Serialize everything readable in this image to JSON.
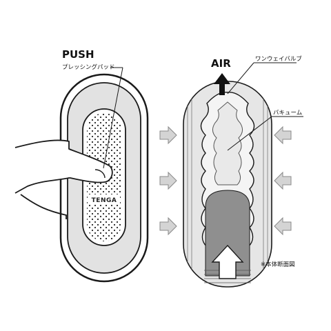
{
  "labels": {
    "push": "PUSH",
    "pressing_pad": "プレッシングパッド",
    "logo": "TENGA",
    "air": "AIR",
    "one_way_valve": "ワンウェイバルブ",
    "vacuum": "バキューム",
    "cross_section_note": "※本体断面図"
  },
  "icons": [
    "finger-hand",
    "arrow-right-icon",
    "arrow-left-icon",
    "arrow-up-icon"
  ],
  "colors": {
    "outline": "#1a1a1a",
    "body_gray": "#d9d9d9",
    "light_gray": "#ececec",
    "dark_gray": "#8c8c8c",
    "arrow_gray": "#c8c8c8"
  }
}
